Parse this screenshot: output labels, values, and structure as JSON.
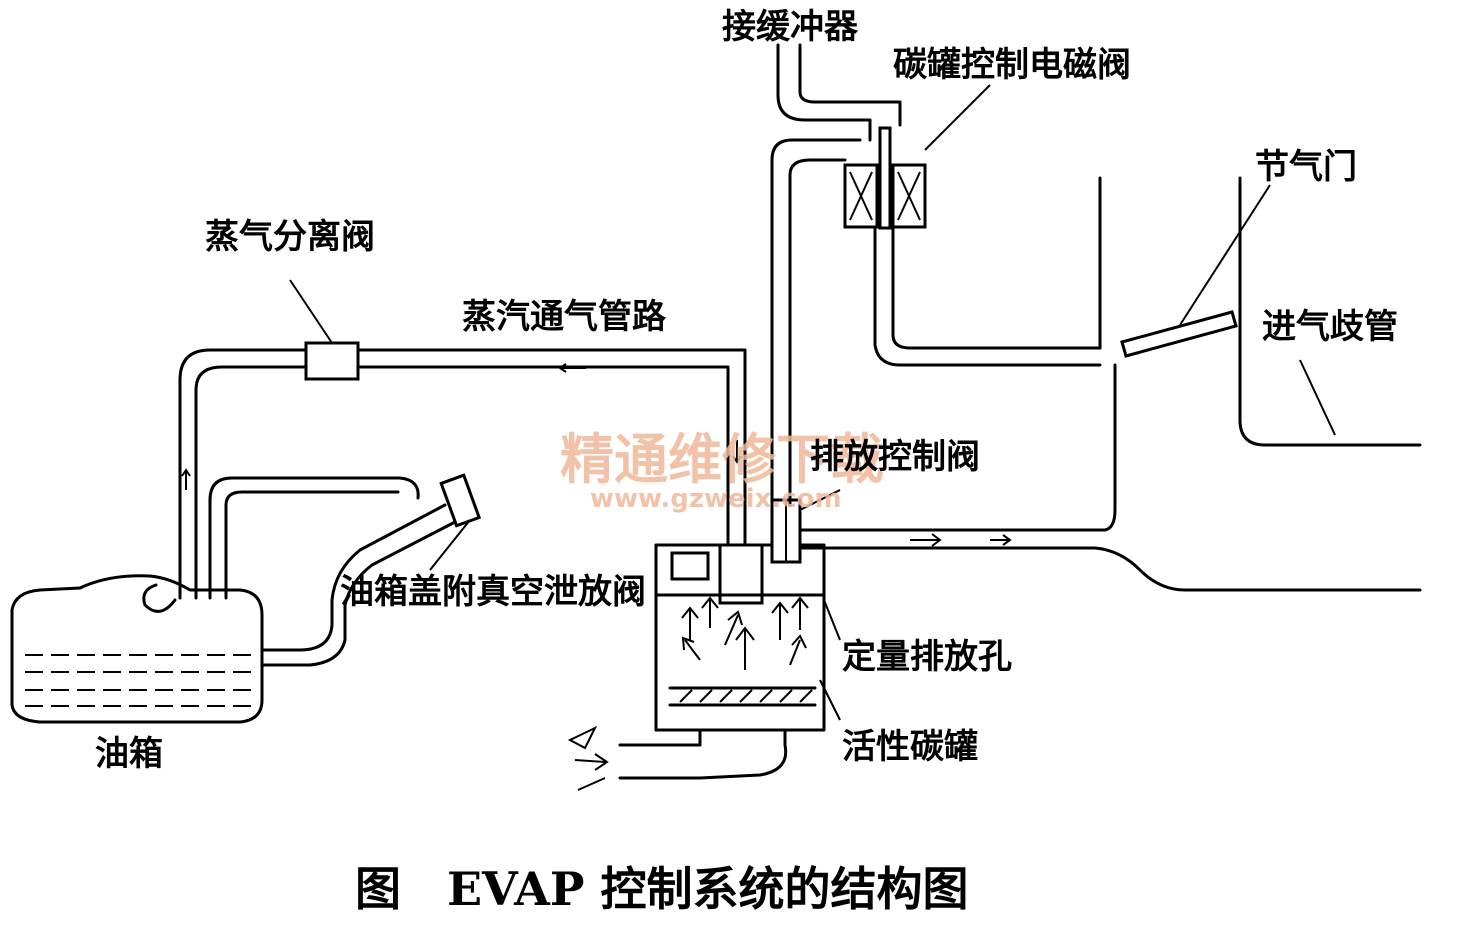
{
  "labels": {
    "buffer": "接缓冲器",
    "canister_solenoid": "碳罐控制电磁阀",
    "throttle": "节气门",
    "vapor_separator": "蒸气分离阀",
    "vapor_vent_line": "蒸汽通气管路",
    "intake_manifold": "进气歧管",
    "purge_control_valve": "排放控制阀",
    "fuel_cap_valve": "油箱盖附真空泄放阀",
    "metering_orifice": "定量排放孔",
    "charcoal_canister": "活性碳罐",
    "fuel_tank": "油箱"
  },
  "caption": "图　EVAP 控制系统的结构图",
  "watermark": {
    "text": "精通维修下载",
    "url": "www.gzweix.com"
  }
}
